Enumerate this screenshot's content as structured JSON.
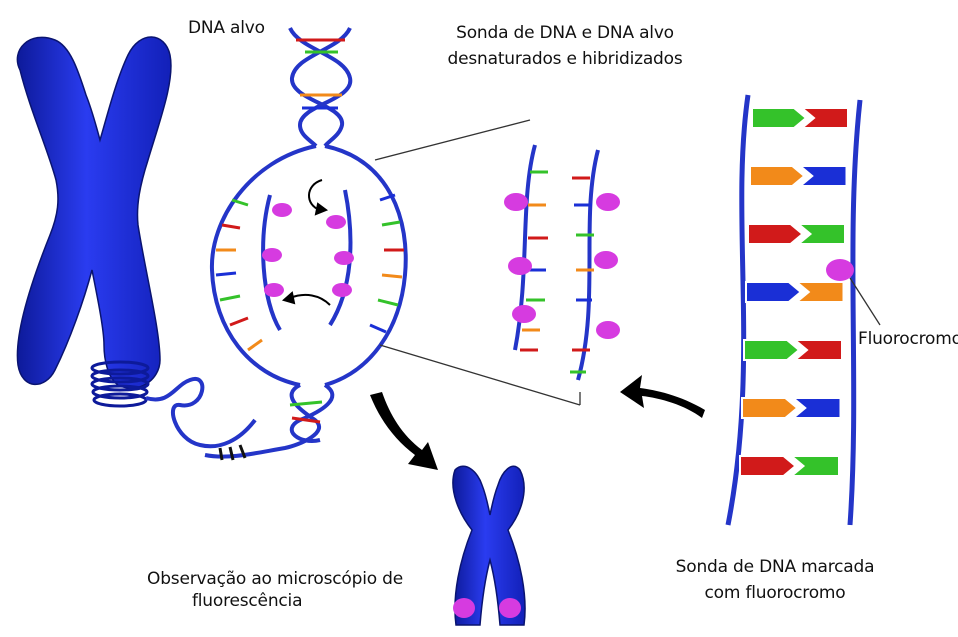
{
  "labels": {
    "target_dna": "DNA alvo",
    "hybridized_line1": "Sonda de DNA e DNA alvo",
    "hybridized_line2": "desnaturados e hibridizados",
    "fluorochrome": "Fluorocromo",
    "observation_line1": "Observação ao microscópio de",
    "observation_line2": "fluorescência",
    "probe_line1": "Sonda de DNA marcada",
    "probe_line2": "com fluorocromo"
  },
  "colors": {
    "chromosome": "#1e2fe0",
    "chromosome_dark": "#0d1a9a",
    "backbone": "#2435c8",
    "fluorochrome": "#d63be0",
    "arrow": "#000000",
    "base_red": "#d11a1a",
    "base_green": "#34c22a",
    "base_orange": "#f28a1a",
    "base_blue": "#1a2fd6"
  },
  "probe_base_pairs": [
    [
      "green",
      "red"
    ],
    [
      "orange",
      "blue"
    ],
    [
      "red",
      "green"
    ],
    [
      "blue",
      "orange"
    ],
    [
      "green",
      "red"
    ],
    [
      "orange",
      "blue"
    ],
    [
      "red",
      "green"
    ]
  ]
}
